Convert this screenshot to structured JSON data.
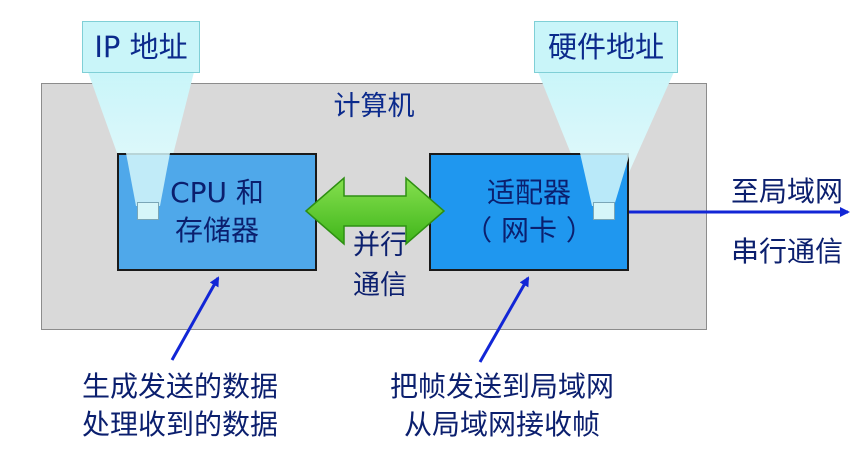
{
  "computer": {
    "title": "计算机"
  },
  "labels": {
    "ip_address": "IP 地址",
    "hardware_address": "硬件地址"
  },
  "cpu_box": {
    "line1": "CPU 和",
    "line2": "存储器"
  },
  "adapter_box": {
    "line1": "适配器",
    "line2": "（ 网卡 ）"
  },
  "parallel_comm": {
    "line1": "并行",
    "line2": "通信"
  },
  "lan_link": {
    "to_lan": "至局域网",
    "serial_comm": "串行通信"
  },
  "cpu_note": {
    "line1": "生成发送的数据",
    "line2": "处理收到的数据"
  },
  "adapter_note": {
    "line1": "把帧发送到局域网",
    "line2": "从局域网接收帧"
  },
  "colors": {
    "computer_bg": "#d9d9d9",
    "cpu_fill": "#4fa8ea",
    "adapter_fill": "#1f97ef",
    "arrow_green": "#5dcc2c",
    "pointer_blue": "#1226d6",
    "beam_cyan": "#c9f5f9",
    "text_navy": "#0b1f6e"
  }
}
